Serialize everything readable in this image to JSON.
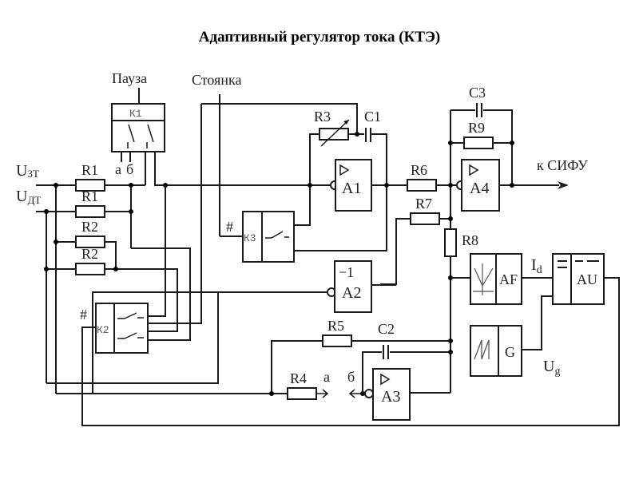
{
  "title": "Адаптивный регулятор тока (КТЭ)",
  "inputs": {
    "u_zt": {
      "main": "U",
      "sub": "ЗТ"
    },
    "u_dt": {
      "main": "U",
      "sub": "ДТ"
    }
  },
  "control_labels": {
    "pause": "Пауза",
    "parking": "Стоянка"
  },
  "relays": {
    "k1": "К1",
    "k2": "К2",
    "k3": "К3",
    "hash": "#"
  },
  "k1_contacts": {
    "a": "а",
    "b": "б"
  },
  "resistors": {
    "r1a": "R1",
    "r1b": "R1",
    "r2a": "R2",
    "r2b": "R2",
    "r3": "R3",
    "r4": "R4",
    "r5": "R5",
    "r6": "R6",
    "r7": "R7",
    "r8": "R8",
    "r9": "R9"
  },
  "capacitors": {
    "c1": "C1",
    "c2": "C2",
    "c3": "C3"
  },
  "amplifiers": {
    "a1": "A1",
    "a2": "A2",
    "a3": "A3",
    "a4": "A4",
    "a2_gain": "−1"
  },
  "blocks": {
    "af": "AF",
    "au": "AU",
    "g": "G"
  },
  "signals": {
    "id": {
      "main": "I",
      "sub": "d"
    },
    "ug": {
      "main": "U",
      "sub": "g"
    },
    "output": "к СИФУ"
  },
  "a3_switch": {
    "a": "а",
    "b": "б"
  }
}
